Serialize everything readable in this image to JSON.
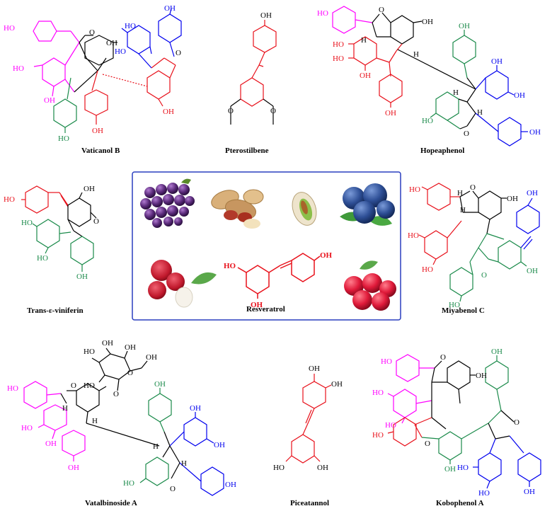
{
  "colors": {
    "red": "#e8101a",
    "magenta": "#ff00ff",
    "green": "#1a8a4a",
    "blue": "#0000ee",
    "black": "#000000",
    "panel_border": "#2a3fbf"
  },
  "labels": {
    "vaticanol_b": "Vaticanol B",
    "pterostilbene": "Pterostilbene",
    "hopeaphenol": "Hopeaphenol",
    "trans_viniferin": "Trans-ε-viniferin",
    "resveratrol": "Resveratrol",
    "miyabenol_c": "Miyabenol C",
    "vatalbinoside_a": "Vatalbinoside A",
    "piceatannol": "Piceatannol",
    "kobophenol_a": "Kobophenol A"
  },
  "atoms": {
    "oh": "OH",
    "ho": "HO",
    "o": "O",
    "h": "H"
  },
  "food_icons": [
    "grapes",
    "peanuts",
    "pistachio",
    "blueberries",
    "lychee",
    "raspberries"
  ]
}
